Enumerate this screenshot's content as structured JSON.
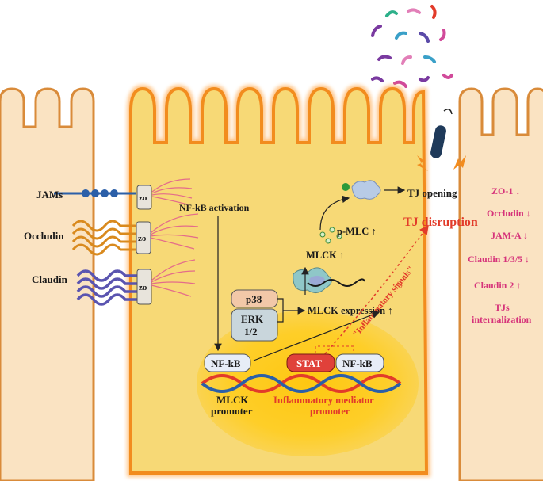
{
  "junction_proteins": {
    "jams": "JAMs",
    "occludin": "Occludin",
    "claudin": "Claudin",
    "zo": "zo",
    "zo_caps": "ZO"
  },
  "pathway": {
    "nfkb_activation": "NF-kB activation",
    "p38": "p38",
    "erk": "ERK",
    "erk_sub": "1/2",
    "mlck_expression": "MLCK expression ↑",
    "mlck_up": "MLCK ↑",
    "pmlc": "p-MLC ↑",
    "tj_opening": "TJ opening",
    "tj_disruption": "TJ disruption",
    "inflammatory_signals": "\"Inflammatory signals\""
  },
  "nucleus": {
    "nfkb_left": "NF-kB",
    "stat": "STAT",
    "nfkb_right": "NF-kB",
    "mlck_promoter_line1": "MLCK",
    "mlck_promoter_line2": "promoter",
    "inflam_promoter_line1": "Inflammatory mediator",
    "inflam_promoter_line2": "promoter"
  },
  "effects": [
    "ZO-1 ↓",
    "Occludin ↓",
    "JAM-A ↓",
    "Claudin 1/3/5 ↓",
    "Claudin 2 ↑",
    "TJs",
    "internalization"
  ],
  "colors": {
    "cell_fill": "#f7d976",
    "cell_outline": "#f28c1e",
    "side_cell": "#fae3c2",
    "side_outline": "#d98b3a",
    "pink_text": "#d6337a",
    "red_text": "#e23b2a",
    "stat_red": "#e0413a"
  }
}
